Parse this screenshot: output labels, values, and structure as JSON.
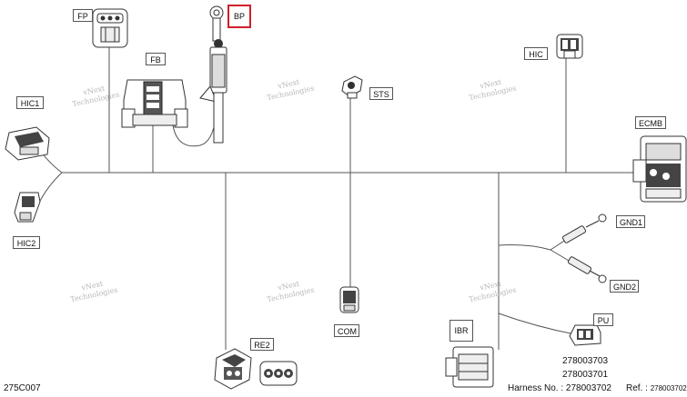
{
  "labels": {
    "fp": "FP",
    "bp": "BP",
    "fb": "FB",
    "sts": "STS",
    "hic": "HIC",
    "hic1": "HIC1",
    "ecmb": "ECMB",
    "hic2": "HIC2",
    "gnd1": "GND1",
    "gnd2": "GND2",
    "com": "COM",
    "re2": "RE2",
    "ibr": "IBR",
    "pu": "PU"
  },
  "part_numbers": [
    "278003703",
    "278003701"
  ],
  "footer": {
    "diagram_code": "275C007",
    "harness_label": "Harness No. : ",
    "harness_value": "278003702",
    "ref_label": "Ref. : ",
    "ref_value": "278003702"
  },
  "watermark": {
    "line1": "vNext",
    "line2": "Technologies"
  },
  "colors": {
    "line": "#555555",
    "highlight": "#d0202a",
    "connector": "#3a3a3a",
    "watermark": "#b8b8b8"
  }
}
